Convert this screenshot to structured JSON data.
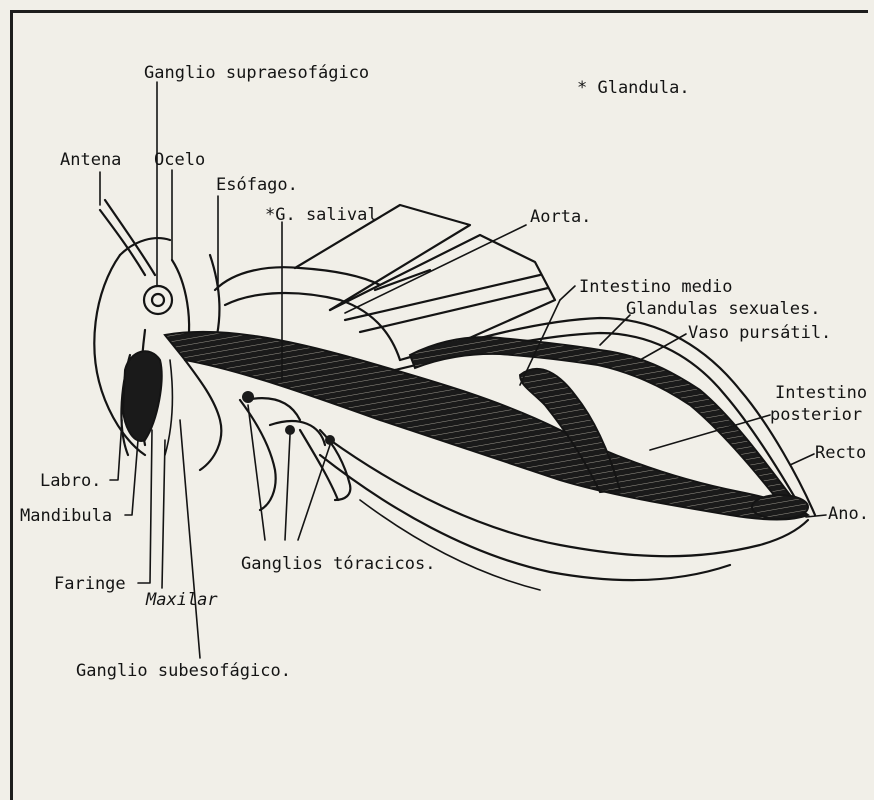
{
  "labels": {
    "ganglio_supraesofagico": "Ganglio supraesofágico",
    "glandula_note": "* Glandula.",
    "antena": "Antena",
    "ocelo": "Ocelo",
    "esofago": "Esófago.",
    "g_salival": "*G. salival",
    "aorta": "Aorta.",
    "intestino_medio": "Intestino medio",
    "glandulas_sexuales": "Glandulas sexuales.",
    "vaso_pursatil": "Vaso pursátil.",
    "intestino": "Intestino",
    "posterior": "posterior",
    "recto": "Recto",
    "ano": "Ano.",
    "labro": "Labro.",
    "mandibula": "Mandibula",
    "faringe": "Faringe",
    "maxilar": "Maxilar",
    "ganglios_toracicos": "Ganglios tóracicos.",
    "ganglio_subesofagico": "Ganglio subesofágico."
  }
}
